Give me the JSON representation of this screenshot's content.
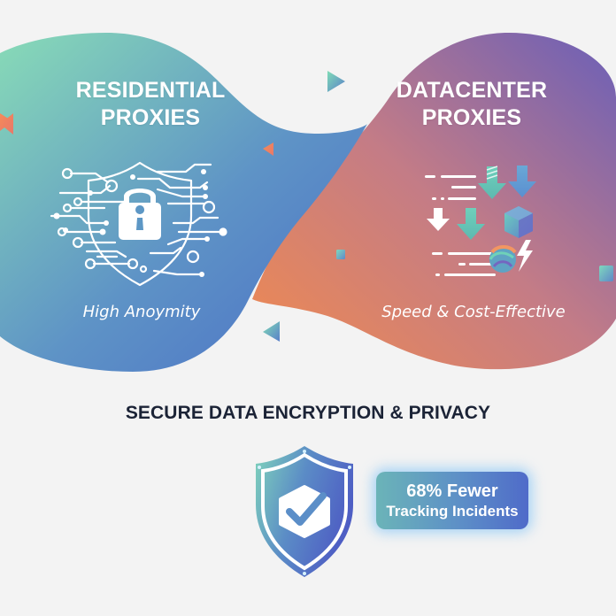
{
  "left_panel": {
    "title_line1": "RESIDENTIAL",
    "title_line2": "PROXIES",
    "tagline": "High Anoymity",
    "icon": "circuit-shield-lock-icon",
    "gradient": [
      "#86d9b8",
      "#5b90c8",
      "#4f6fc6"
    ]
  },
  "right_panel": {
    "title_line1": "DATACENTER",
    "title_line2": "PROXIES",
    "tagline": "Speed & Cost-Effective",
    "icon": "data-transfer-arrows-cube-lightning-icon",
    "gradient": [
      "#ee8b55",
      "#c5788a",
      "#6d5fb6"
    ]
  },
  "heading": "SECURE DATA ENCRYPTION & PRIVACY",
  "shield_badge": {
    "icon": "shield-check-icon",
    "colors": [
      "#7fd0bd",
      "#5a8ac6",
      "#5060c4"
    ]
  },
  "stat": {
    "line1": "68% Fewer",
    "line2": "Tracking Incidents"
  },
  "decorations": {
    "triangles": 5,
    "squares": 2,
    "background": "#f3f3f3"
  }
}
